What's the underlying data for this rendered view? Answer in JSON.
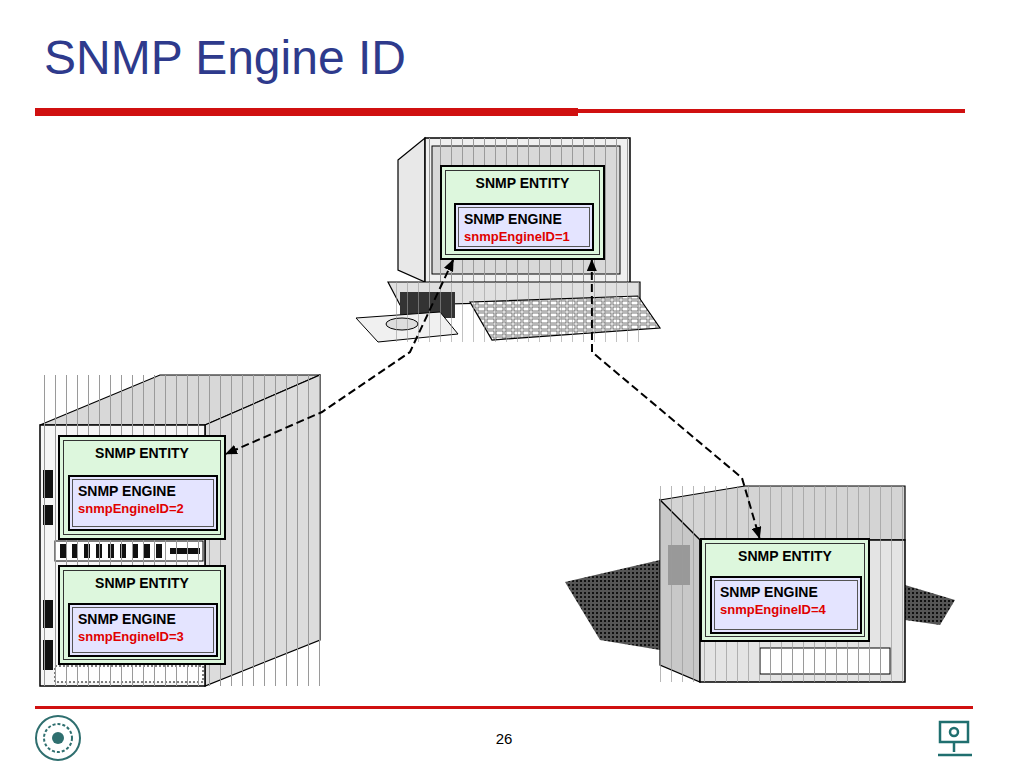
{
  "diagram": {
    "title": "SNMP Engine ID",
    "nodes": [
      {
        "text": [
          "SNMP ENTITY"
        ]
      },
      {
        "text": [
          "SNMP ENGINE",
          "snmpEngineID=1"
        ],
        "in": 0
      },
      {
        "text": [
          "SNMP ENTITY"
        ]
      },
      {
        "text": [
          "SNMP ENGINE",
          "snmpEngineID=2"
        ],
        "in": 2
      },
      {
        "text": [
          "SNMP ENTITY"
        ]
      },
      {
        "text": [
          "SNMP ENGINE",
          "snmpEngineID=3"
        ],
        "in": 4
      },
      {
        "text": [
          "SNMP ENTITY"
        ]
      },
      {
        "text": [
          "SNMP ENGINE",
          "snmpEngineID=4"
        ],
        "in": 6
      }
    ],
    "edges": [
      {
        "from": 0,
        "to": 2,
        "arrow": "both"
      },
      {
        "from": 0,
        "to": 6,
        "arrow": "both"
      }
    ],
    "labels": [
      "26"
    ]
  }
}
